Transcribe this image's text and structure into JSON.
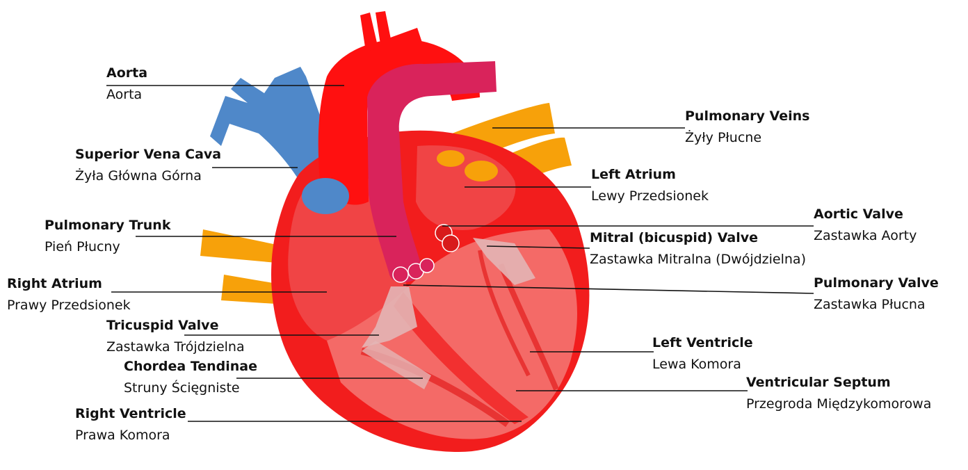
{
  "labels": {
    "aorta": {
      "en": "Aorta",
      "pl": "Aorta"
    },
    "superior_vena_cava": {
      "en": "Superior Vena Cava",
      "pl": "Żyła Główna Górna"
    },
    "pulmonary_trunk": {
      "en": "Pulmonary Trunk",
      "pl": "Pień Płucny"
    },
    "right_atrium": {
      "en": "Right Atrium",
      "pl": "Prawy Przedsionek"
    },
    "tricuspid_valve": {
      "en": "Tricuspid Valve",
      "pl": "Zastawka Trójdzielna"
    },
    "chordae_tendinae": {
      "en": "Chordea Tendinae",
      "pl": "Struny Ścięgniste"
    },
    "right_ventricle": {
      "en": "Right Ventricle",
      "pl": "Prawa Komora"
    },
    "pulmonary_veins": {
      "en": "Pulmonary Veins",
      "pl": "Żyły Płucne"
    },
    "left_atrium": {
      "en": "Left Atrium",
      "pl": "Lewy Przedsionek"
    },
    "aortic_valve": {
      "en": "Aortic Valve",
      "pl": "Zastawka Aorty"
    },
    "mitral_valve": {
      "en": "Mitral (bicuspid) Valve",
      "pl": "Zastawka Mitralna (Dwójdzielna)"
    },
    "pulmonary_valve": {
      "en": "Pulmonary Valve",
      "pl": "Zastawka Płucna"
    },
    "left_ventricle": {
      "en": "Left Ventricle",
      "pl": "Lewa Komora"
    },
    "ventricular_septum": {
      "en": "Ventricular Septum",
      "pl": "Przegroda Międzykomorowa"
    }
  },
  "colors": {
    "heart_wall": "#f21d1d",
    "chamber": "#f0494a",
    "chamber_light": "#f46a67",
    "aorta": "#ff1010",
    "pulmonary_artery": "#d9235b",
    "vena_cava": "#4f88c9",
    "pulmonary_veins": "#f7a10a",
    "valve_tissue": "#e3b5b5",
    "leader_line": "#111111"
  }
}
